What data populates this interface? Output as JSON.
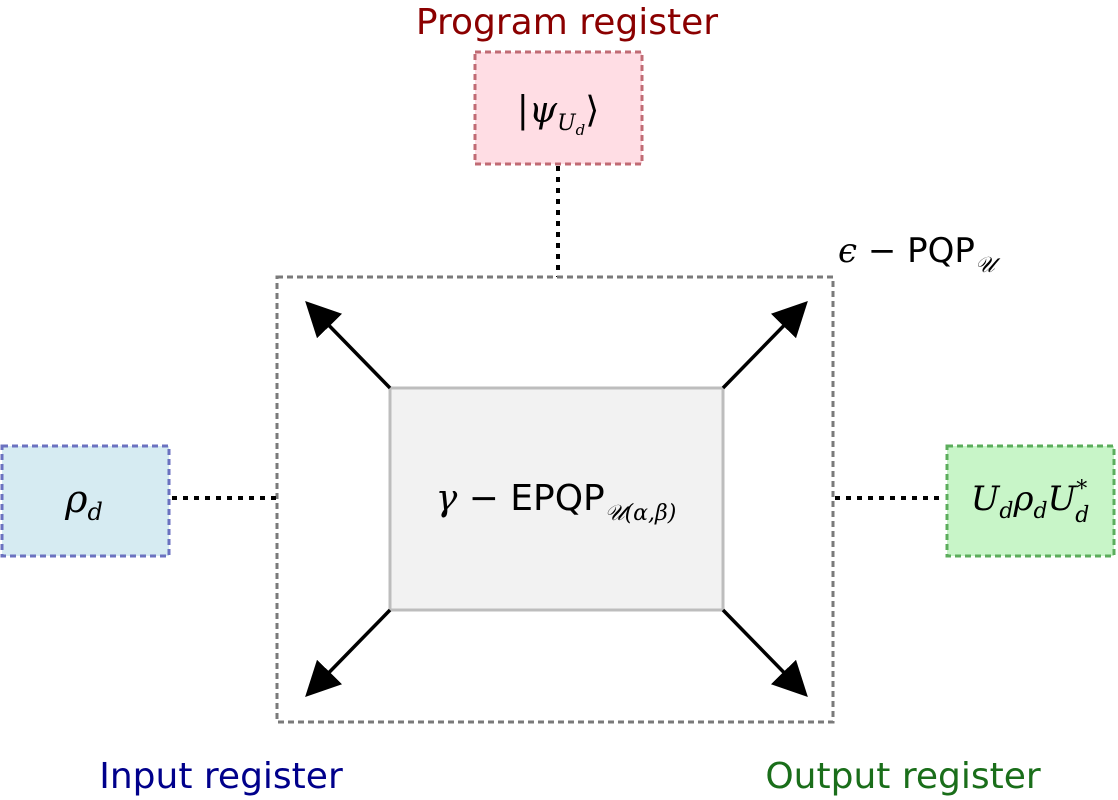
{
  "labels": {
    "program_register": "Program register",
    "input_register": "Input register",
    "output_register": "Output register"
  },
  "boxes": {
    "program_state": {
      "bra_left": "|",
      "psi": "ψ",
      "sub": "U",
      "subsub": "d",
      "ket_right": "⟩"
    },
    "input_state": {
      "rho": "ρ",
      "sub": "d"
    },
    "output_state": {
      "U1": "U",
      "U1_sub": "d",
      "rho": "ρ",
      "rho_sub": "d",
      "U2": "U",
      "U2_sup": "*",
      "U2_sub": "d"
    },
    "inner_processor": {
      "gamma": "γ",
      "minus": " − ",
      "name": "EPQP",
      "sub_U": "𝒰",
      "sub_args": "(α,β)"
    },
    "outer_processor": {
      "epsilon": "ϵ",
      "minus": " − ",
      "name": "PQP",
      "sub_U": "𝒰"
    }
  },
  "colors": {
    "program_register_text": "#8b0000",
    "input_register_text": "#00008b",
    "output_register_text": "#1a6e1a",
    "program_box_fill": "#ffdde4",
    "program_box_stroke": "#c06b74",
    "input_box_fill": "#d6ebf2",
    "input_box_stroke": "#6b72c0",
    "output_box_fill": "#c8f5c8",
    "output_box_stroke": "#5cad5c",
    "inner_box_fill": "#f2f2f2",
    "inner_box_stroke": "#bdbdbd",
    "outer_box_stroke": "#7a7a7a",
    "connector": "#000000"
  }
}
